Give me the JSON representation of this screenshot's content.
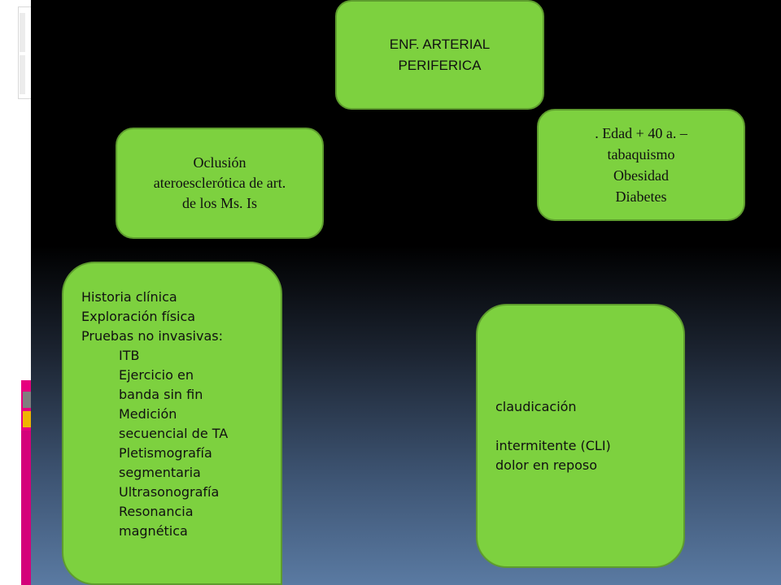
{
  "boxes": {
    "title": {
      "lines": [
        "ENF. ARTERIAL",
        "PERIFERICA"
      ]
    },
    "occlusion": {
      "lines": [
        "Oclusión",
        "ateroesclerótica de art.",
        "de los Ms. Is"
      ]
    },
    "risk": {
      "lines": [
        ". Edad + 40 a. –",
        "tabaquismo",
        "Obesidad",
        "Diabetes"
      ]
    },
    "history": {
      "lines": [
        "Historia clínica",
        "Exploración física",
        "Pruebas no invasivas:"
      ],
      "sub": [
        "ITB",
        "Ejercicio en",
        "banda sin fin",
        "Medición",
        "secuencial de TA",
        "Pletismografía",
        "segmentaria",
        "Ultrasonografía",
        "Resonancia",
        "magnética"
      ]
    },
    "symptoms": {
      "lines": [
        "claudicación",
        "intermitente (CLI)",
        "dolor en reposo"
      ]
    }
  },
  "colors": {
    "box_fill": "#7dd13f",
    "box_border": "#5e9c2e",
    "background_top": "#000000",
    "background_bottom": "#5a7aa2",
    "accent_pink": "#e6007e",
    "accent_gold": "#f0b400"
  }
}
